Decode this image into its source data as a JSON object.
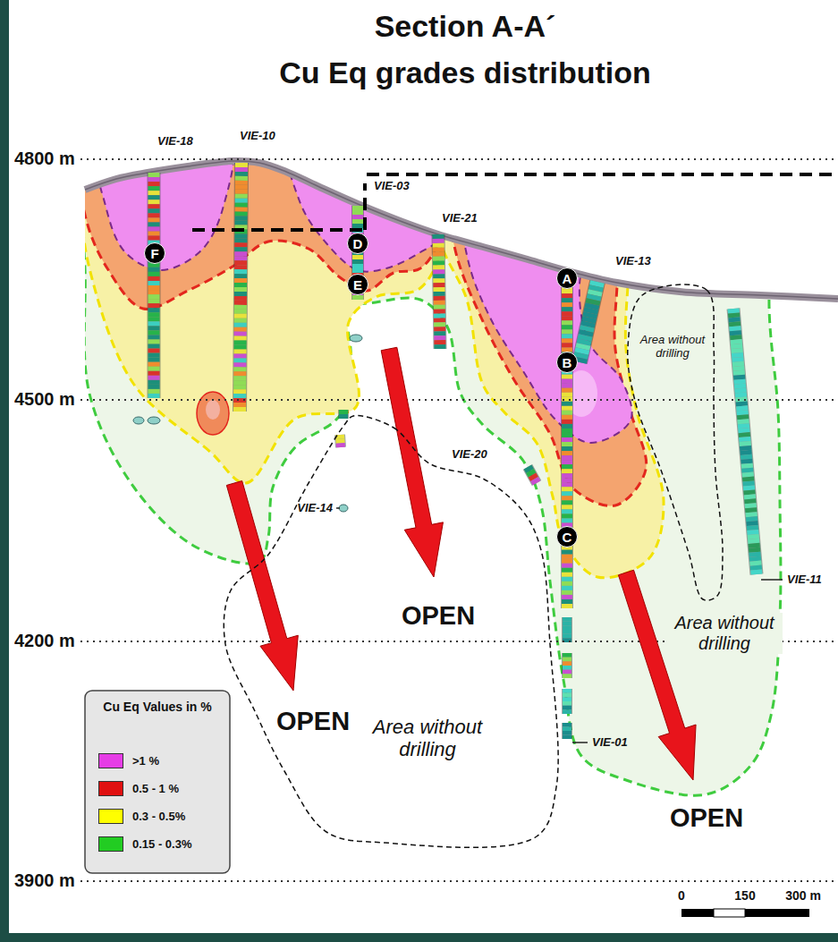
{
  "diagram": {
    "title": "Section A-A´",
    "nodes": [
      {
        "text": [
          "F"
        ]
      },
      {
        "text": [
          "D"
        ]
      },
      {
        "text": [
          "E"
        ]
      },
      {
        "text": [
          "A"
        ]
      },
      {
        "text": [
          "B"
        ]
      },
      {
        "text": [
          "C"
        ]
      },
      {
        "text": [
          "Area without drilling"
        ]
      },
      {
        "text": [
          "Area without drilling"
        ]
      }
    ],
    "labels": [
      "Cu Eq grades distribution",
      "4800 m",
      "4500 m",
      "4200 m",
      "3900 m",
      "VIE-18",
      "VIE-10",
      "VIE-03",
      "VIE-21",
      "VIE-13",
      "VIE-14",
      "VIE-20",
      "VIE-01",
      "VIE-11",
      "OPEN",
      "OPEN",
      "OPEN",
      "Area without drilling",
      "Cu Eq Values in %",
      "0",
      "150",
      "300 m"
    ],
    "legend": [
      {
        "text": ">1 %",
        "color": "#e63ce6"
      },
      {
        "text": "0.5 - 1 %",
        "color": "#e01010"
      },
      {
        "text": "0.3 - 0.5%",
        "color": "#ffff00"
      },
      {
        "text": "0.15 - 0.3%",
        "color": "#22cc22"
      }
    ]
  }
}
